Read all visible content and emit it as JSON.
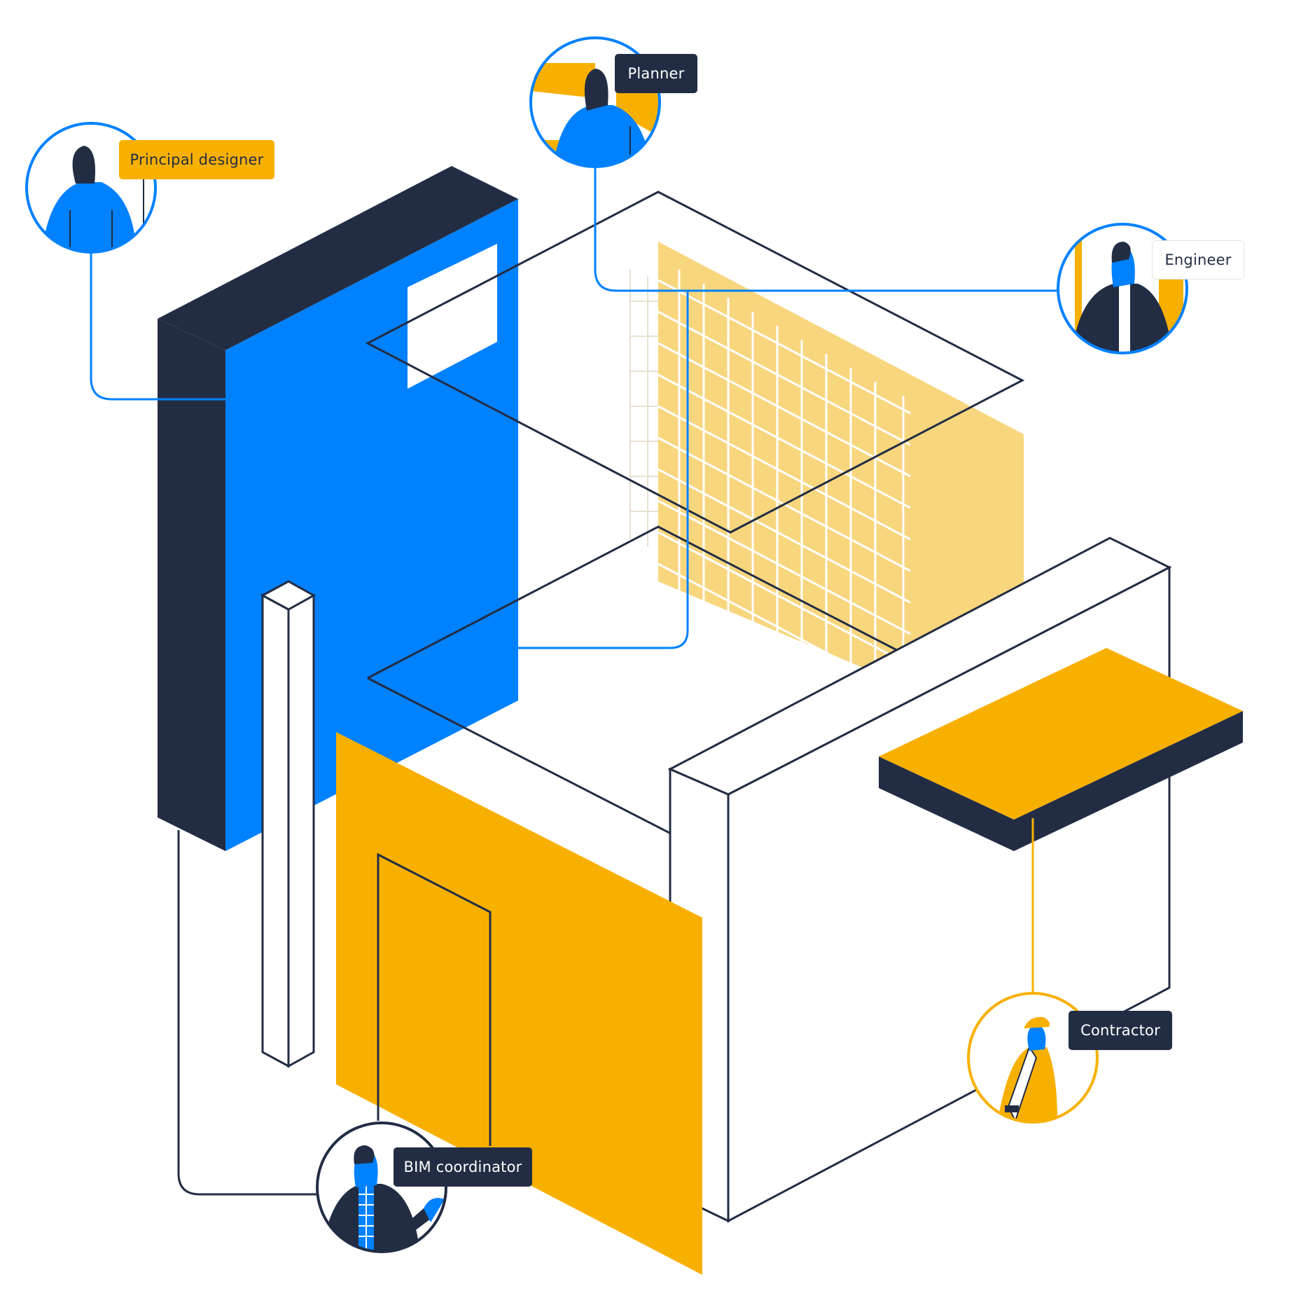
{
  "colors": {
    "navy": "#222D44",
    "blue": "#0081FF",
    "yellow": "#F8B000",
    "light_yellow": "#F8D67E",
    "white": "#FFFFFF"
  },
  "roles": {
    "principal_designer": "Principal designer",
    "planner": "Planner",
    "engineer": "Engineer",
    "contractor": "Contractor",
    "bim_coordinator": "BIM coordinator"
  }
}
